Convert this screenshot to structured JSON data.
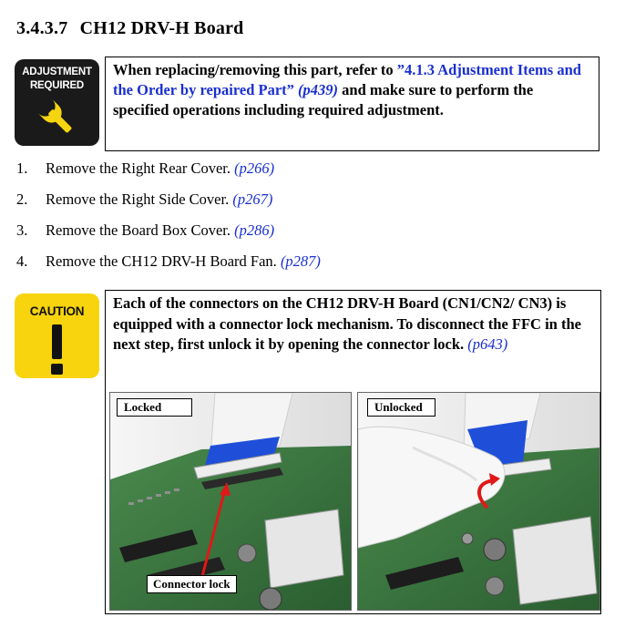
{
  "heading": {
    "number": "3.4.3.7",
    "title": "CH12 DRV-H Board"
  },
  "adjustment": {
    "icon_line1": "ADJUSTMENT",
    "icon_line2": "REQUIRED",
    "icon": "wrench-icon",
    "text_before": "When replacing/removing this part, refer to ",
    "link_text": "”4.1.3 Adjustment Items and the Order by repaired Part”",
    "page_ref": "(p439)",
    "text_after": " and make sure to perform the specified operations including required adjustment."
  },
  "steps": [
    {
      "num": "1.",
      "text": "Remove the Right Rear Cover.",
      "ref": "(p266)"
    },
    {
      "num": "2.",
      "text": "Remove the Right Side Cover.",
      "ref": "(p267)"
    },
    {
      "num": "3.",
      "text": "Remove the Board Box Cover.",
      "ref": "(p286)"
    },
    {
      "num": "4.",
      "text": "Remove the CH12 DRV-H Board Fan.",
      "ref": "(p287)"
    }
  ],
  "caution": {
    "icon_label": "CAUTION",
    "icon": "exclamation-icon",
    "text": "Each of the connectors on the CH12 DRV-H Board (CN1/CN2/ CN3) is equipped with a connector lock mechanism. To disconnect the FFC in the next step, first unlock it by opening the connector lock. ",
    "page_ref": "(p643)"
  },
  "photos": {
    "left_label": "Locked",
    "right_label": "Unlocked",
    "callout": "Connector lock"
  },
  "colors": {
    "link": "#1a2fd0",
    "caution_yellow": "#f7d40e",
    "board_green": "#2f6b35",
    "ffc_blue": "#1f4fd8",
    "arrow_red": "#e01818"
  }
}
